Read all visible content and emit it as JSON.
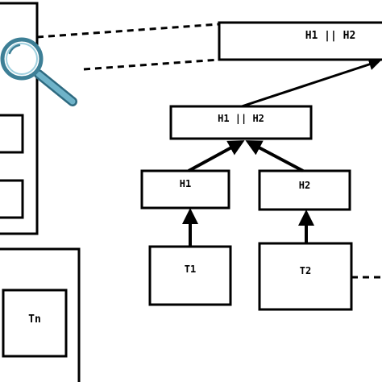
{
  "diagram": {
    "top_combined_label": "H1 || H2",
    "mid_combined_label": "H1 || H2",
    "hash_left_label": "H1",
    "hash_right_label": "H2",
    "tx_left_label": "T1",
    "tx_right_label": "T2",
    "tx_bottom_label": "Tn"
  },
  "icons": {
    "magnifier": "magnifying-glass-icon"
  },
  "colors": {
    "stroke": "#000000",
    "background": "#ffffff",
    "magnifier_rim": "#3d7f96",
    "magnifier_handle": "#6fb3c9"
  }
}
